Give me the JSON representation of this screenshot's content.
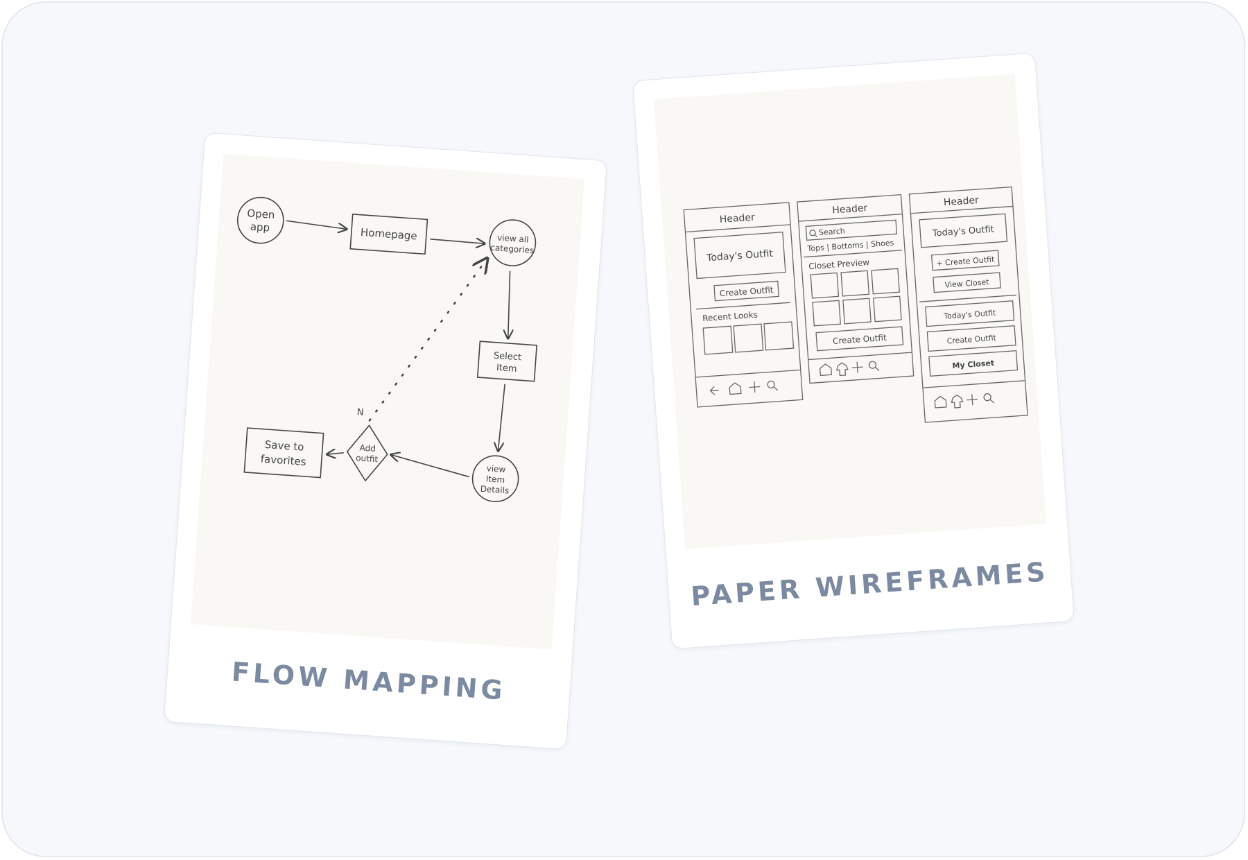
{
  "cards": [
    {
      "caption": "FLOW MAPPING"
    },
    {
      "caption": "PAPER WIREFRAMES"
    }
  ],
  "flow": {
    "nodes": {
      "open_app": [
        "Open",
        "app"
      ],
      "homepage": [
        "Homepage"
      ],
      "view_all": [
        "view all",
        "categories"
      ],
      "select_item": [
        "Select",
        "Item"
      ],
      "view_item": [
        "view",
        "Item",
        "Details"
      ],
      "add_outfit": [
        "Add",
        "outfit"
      ],
      "save_fav": [
        "Save to",
        "favorites"
      ]
    },
    "decision_no": "N"
  },
  "wireframes": [
    {
      "header": "Header",
      "hero": "Today's Outfit",
      "button": "Create Outfit",
      "section": "Recent Looks",
      "nav_icons": [
        "back-arrow-icon",
        "home-icon",
        "plus-icon",
        "search-icon"
      ]
    },
    {
      "header": "Header",
      "search": "Search",
      "filters": "Tops | Bottoms | Shoes",
      "section": "Closet Preview",
      "button": "Create Outfit",
      "nav_icons": [
        "home-icon",
        "shirt-icon",
        "plus-icon",
        "search-icon"
      ]
    },
    {
      "header": "Header",
      "hero": "Today's Outfit",
      "primary": "+ Create Outfit",
      "secondary": "View Closet",
      "menu": [
        "Today's Outfit",
        "Create Outfit",
        "My Closet"
      ],
      "nav_icons": [
        "home-icon",
        "shirt-icon",
        "plus-icon",
        "search-icon"
      ]
    }
  ]
}
